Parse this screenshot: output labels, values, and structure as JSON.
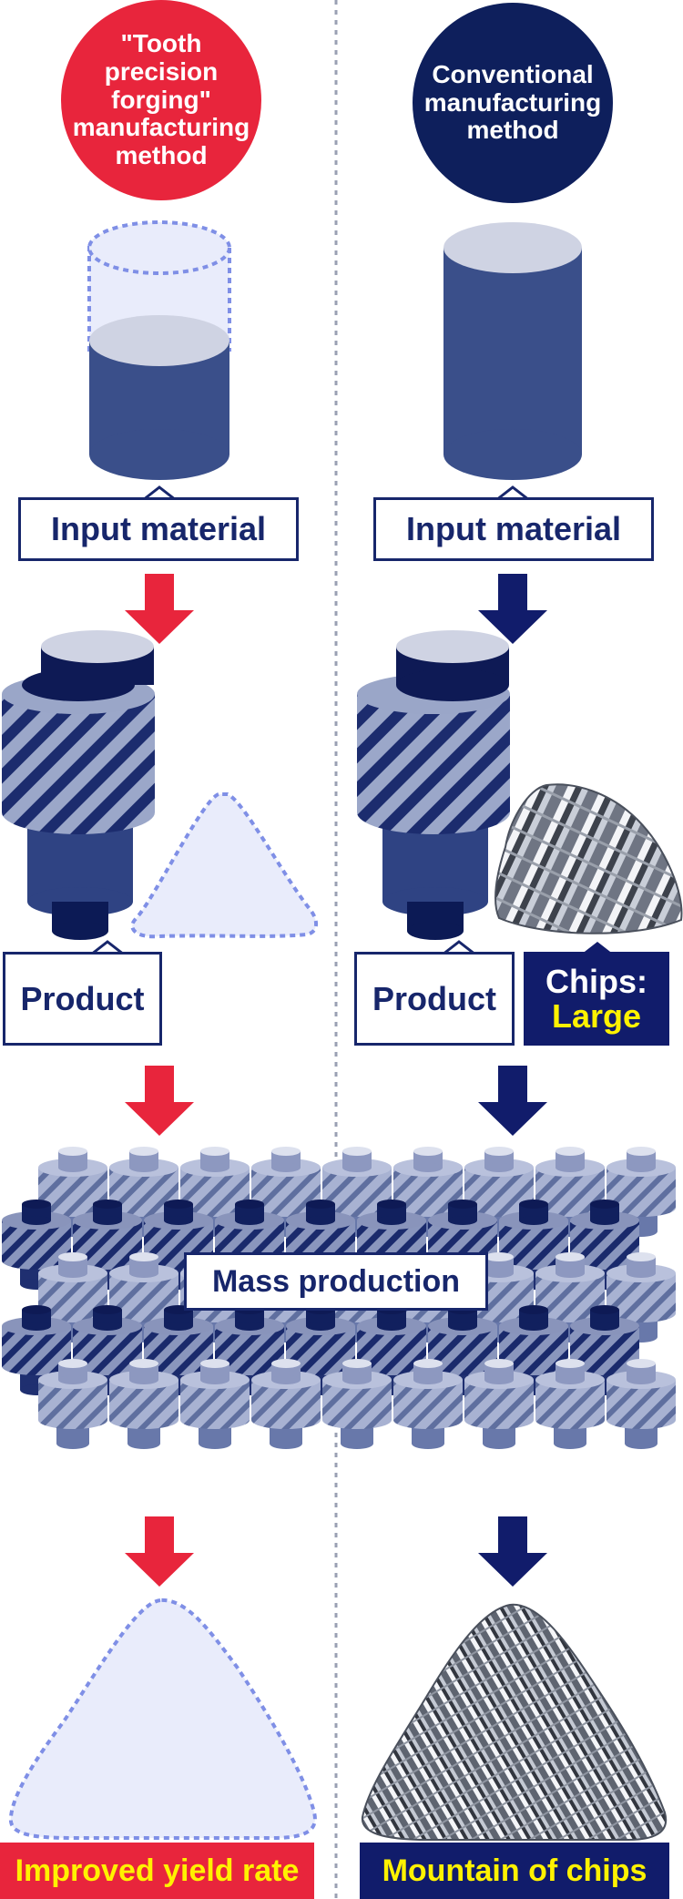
{
  "methods": {
    "left": {
      "title": "\"Tooth precision forging\" manufacturing method",
      "color": "#e8253c"
    },
    "right": {
      "title": "Conventional manufacturing method",
      "color": "#0e1f5c"
    }
  },
  "labels": {
    "input_left": "Input material",
    "input_right": "Input material",
    "product_left": "Product",
    "product_right": "Product",
    "chips_line1": "Chips:",
    "chips_line2": "Large",
    "mass_production": "Mass production",
    "outcome_left": "Improved yield rate",
    "outcome_right": "Mountain of chips"
  },
  "colors": {
    "red": "#e8253c",
    "navy": "#111c6b",
    "yellow": "#fff200",
    "cylinder": "#3a4f8a",
    "gear_light": "#9aa6c8",
    "scrap_fill": "#e9ecfb",
    "scrap_outline": "#7f8fe6"
  }
}
